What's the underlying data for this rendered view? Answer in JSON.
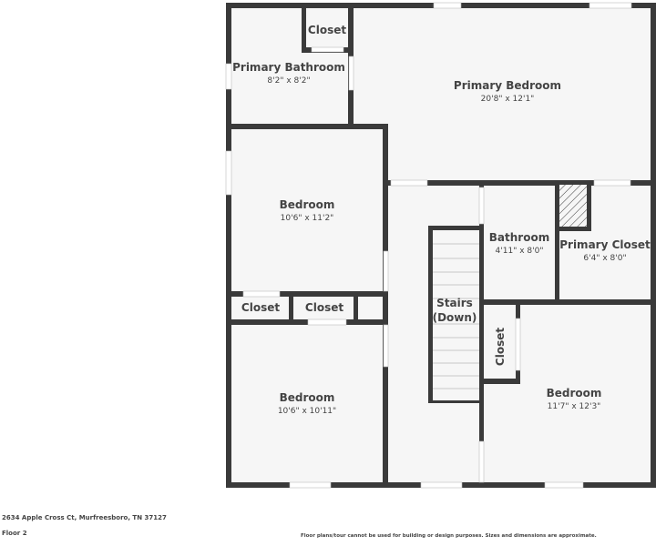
{
  "colors": {
    "wall": "#3a3a3a",
    "floor": "#f6f6f6",
    "window": "#ffffff",
    "text": "#444444"
  },
  "rooms": [
    {
      "id": "closet_top",
      "name": "Closet",
      "dims": ""
    },
    {
      "id": "primary_bathroom",
      "name": "Primary Bathroom",
      "dims": "8'2\" x 8'2\""
    },
    {
      "id": "primary_bedroom",
      "name": "Primary Bedroom",
      "dims": "20'8\" x 12'1\""
    },
    {
      "id": "bedroom_1",
      "name": "Bedroom",
      "dims": "10'6\" x 11'2\""
    },
    {
      "id": "bathroom",
      "name": "Bathroom",
      "dims": "4'11\" x 8'0\""
    },
    {
      "id": "primary_closet",
      "name": "Primary Closet",
      "dims": "6'4\" x 8'0\""
    },
    {
      "id": "closet_left",
      "name": "Closet",
      "dims": ""
    },
    {
      "id": "closet_mid",
      "name": "Closet",
      "dims": ""
    },
    {
      "id": "stairs",
      "name": "Stairs",
      "name2": "(Down)",
      "dims": ""
    },
    {
      "id": "closet_vertical",
      "name": "Closet",
      "dims": ""
    },
    {
      "id": "bedroom_2",
      "name": "Bedroom",
      "dims": "10'6\" x 10'11\""
    },
    {
      "id": "bedroom_3",
      "name": "Bedroom",
      "dims": "11'7\" x 12'3\""
    }
  ],
  "footer": {
    "address": "2634 Apple Cross Ct, Murfreesboro, TN 37127",
    "floor": "Floor 2",
    "disclaimer": "Floor plans/tour cannot be used for building or design purposes. Sizes and dimensions are approximate."
  }
}
